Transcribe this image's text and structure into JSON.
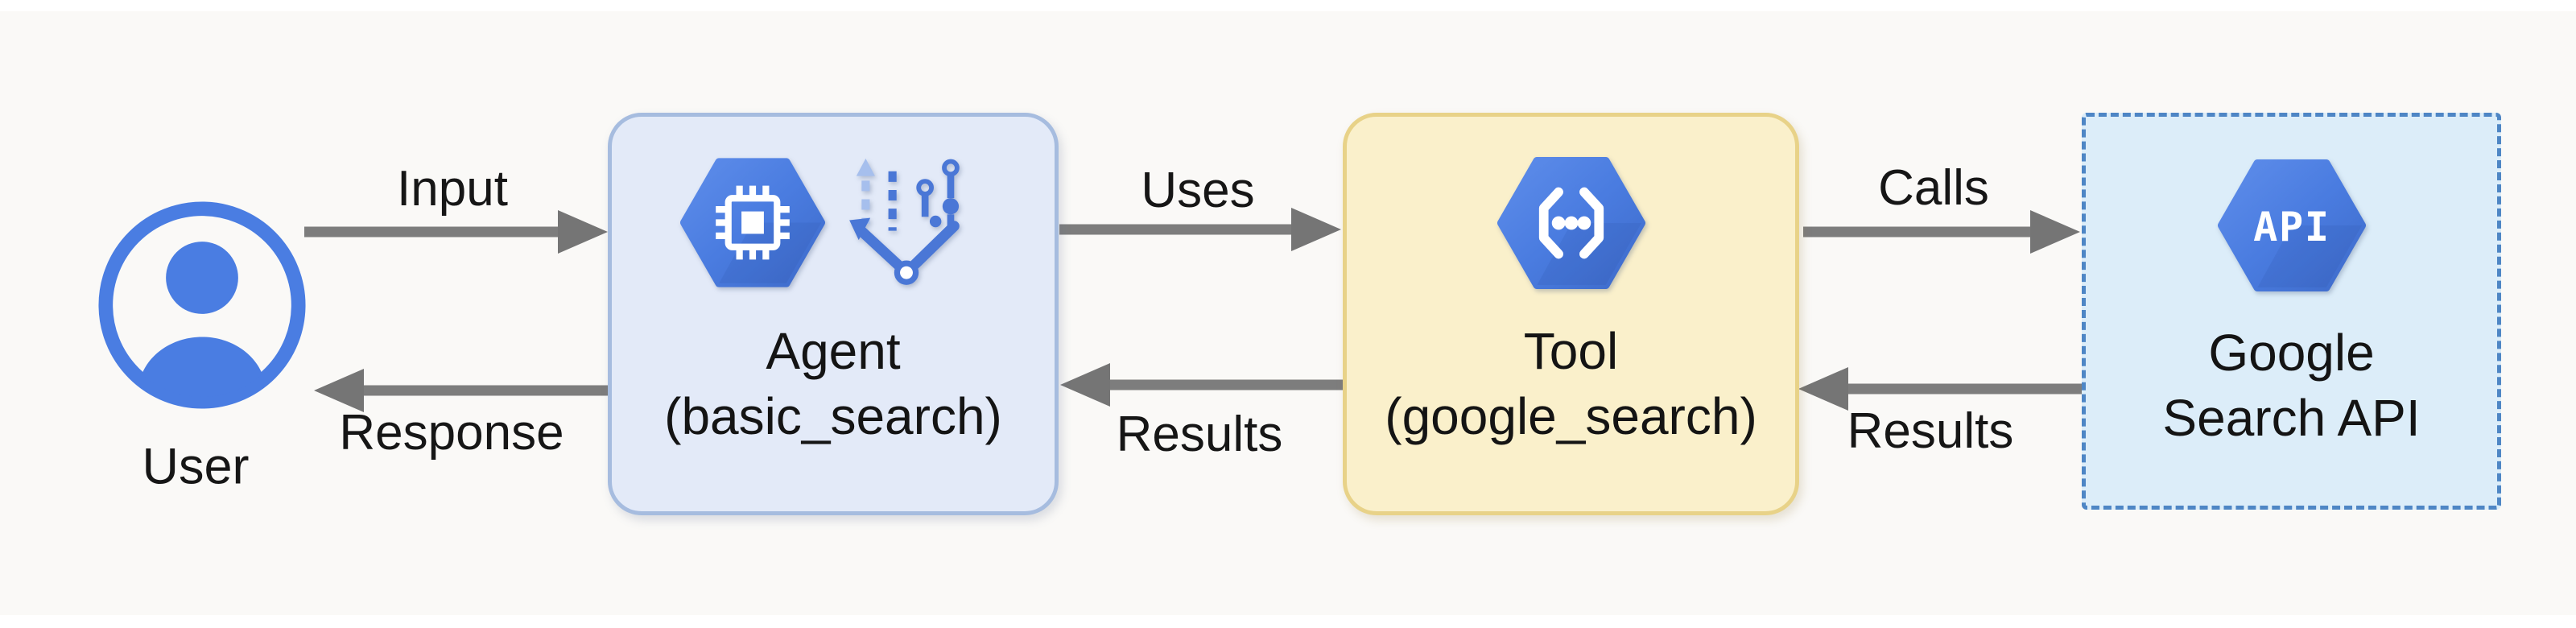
{
  "diagram": {
    "nodes": [
      {
        "id": "user",
        "label": "User",
        "icon": "user-circle-icon",
        "icon_color": "#4a7de2"
      },
      {
        "id": "agent",
        "title": "Agent",
        "subtitle": "(basic_search)",
        "icons": [
          "ai-chip-hexagon-icon",
          "branch-circuit-icon"
        ],
        "fill": "#e3eaf8",
        "border_color": "#a6bcdf"
      },
      {
        "id": "tool",
        "title": "Tool",
        "subtitle": "(google_search)",
        "icons": [
          "code-brackets-hexagon-icon"
        ],
        "fill": "#faf0cb",
        "border_color": "#e8d288"
      },
      {
        "id": "api",
        "title_line1": "Google",
        "title_line2": "Search API",
        "hex_label": "API",
        "icons": [
          "api-hexagon-icon"
        ],
        "fill": "#dcedf9",
        "border_color": "#4e86c5",
        "border_style": "dashed"
      }
    ],
    "edges": [
      {
        "from": "user",
        "to": "agent",
        "label": "Input",
        "direction": "right"
      },
      {
        "from": "agent",
        "to": "user",
        "label": "Response",
        "direction": "left"
      },
      {
        "from": "agent",
        "to": "tool",
        "label": "Uses",
        "direction": "right"
      },
      {
        "from": "tool",
        "to": "agent",
        "label": "Results",
        "direction": "left"
      },
      {
        "from": "tool",
        "to": "api",
        "label": "Calls",
        "direction": "right"
      },
      {
        "from": "api",
        "to": "tool",
        "label": "Results",
        "direction": "left"
      }
    ],
    "colors": {
      "background": "#faf9f7",
      "arrow": "#7d7d7d",
      "hexagon_blue_light": "#5e8dea",
      "hexagon_blue_dark": "#3e6bca",
      "user_icon_blue": "#4a7de2",
      "text": "#1b1b1b"
    }
  }
}
